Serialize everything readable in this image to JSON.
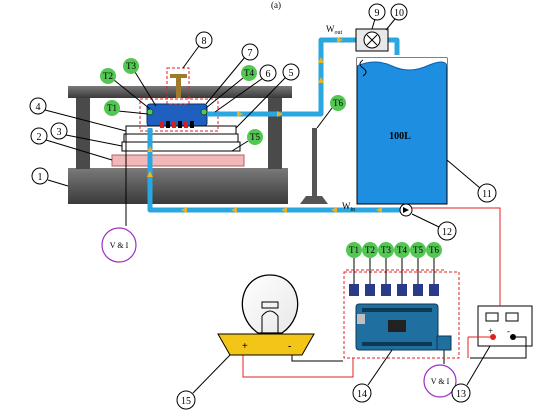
{
  "caption": "(a)",
  "tank": {
    "volume_label": "100L"
  },
  "flow": {
    "w_out_label": "W",
    "w_out_sub": "out",
    "w_in_label": "W",
    "w_in_sub": "in"
  },
  "meter": {
    "label": "V & I"
  },
  "polarity": {
    "plus": "+",
    "minus": "-"
  },
  "callouts": [
    "1",
    "2",
    "3",
    "4",
    "5",
    "6",
    "7",
    "8",
    "9",
    "10",
    "11",
    "12",
    "13",
    "14",
    "15"
  ],
  "sensors": {
    "T1": "T1",
    "T2": "T2",
    "T3": "T3",
    "T4": "T4",
    "T5": "T5",
    "T6": "T6",
    "strip": [
      "T1",
      "T2",
      "T3",
      "T4",
      "T5",
      "T6"
    ]
  },
  "colors": {
    "water": "#2aa7e0",
    "tank": "#1e8ee0",
    "heater": "#f0b8b8",
    "cold_plate": "#1f5fc0",
    "sensor_fill": "#53c653",
    "wire_red": "#e02020",
    "dashed_red": "#e02020",
    "meter_circle": "#9b30c0",
    "lamp_base": "#f2c516",
    "frame": "#3c3c3c",
    "arrow": "#f0b020"
  }
}
